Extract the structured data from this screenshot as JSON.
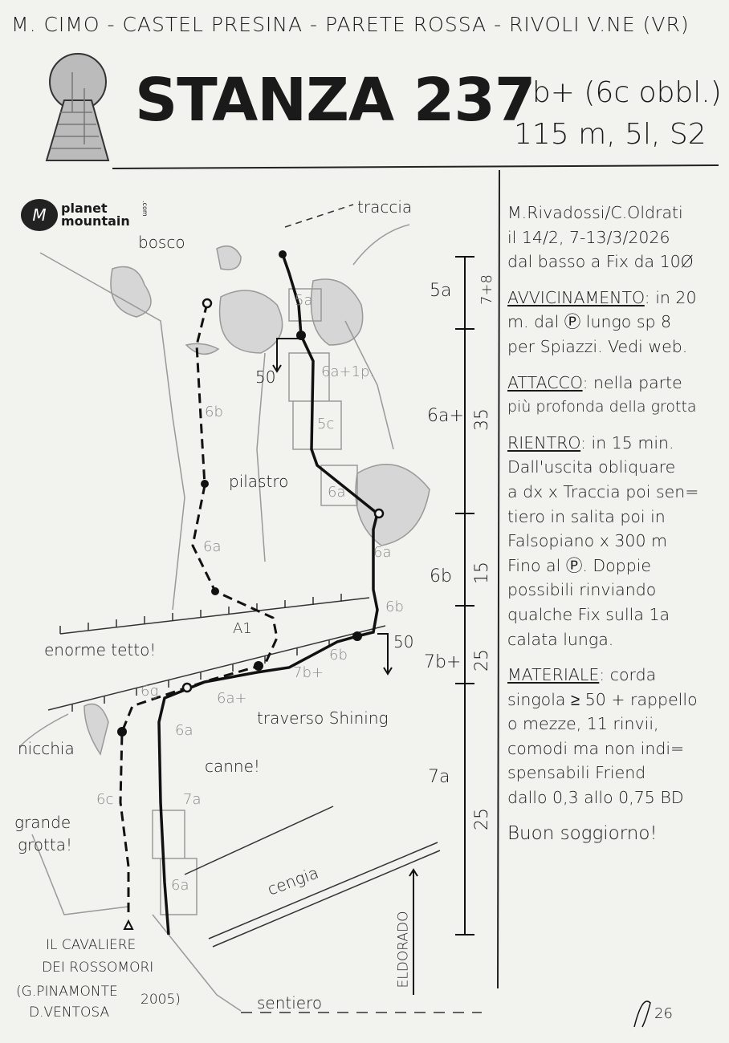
{
  "header": {
    "location": "M. CIMO - CASTEL PRESINA - PARETE ROSSA - RIVOLI V.NE (VR)",
    "title": "STANZA 237",
    "grade": "7b+ (6c obbl.)",
    "stats": "115 m, 5l, S2"
  },
  "logo": {
    "line1": "planet",
    "line2": "mountain",
    "domain": ".com"
  },
  "info": {
    "authors": "M.Rivadossi/C.Oldrati",
    "dates": "il 14/2, 7-13/3/2026",
    "style": "dal basso a Fix da 10Ø",
    "approach_label": "AVVICINAMENTO",
    "approach_lines": [
      ": in 20",
      "m. dal Ⓟ lungo sp 8",
      "per Spiazzi. Vedi web."
    ],
    "start_label": "ATTACCO",
    "start_lines": [
      ": nella parte",
      "più profonda della grotta"
    ],
    "descent_label": "RIENTRO",
    "descent_lines": [
      ": in 15 min.",
      "Dall'uscita obliquare",
      "a dx x Traccia poi sen=",
      "tiero in salita poi in",
      "Falsopiano x 300 m",
      "Fino al Ⓟ. Doppie",
      "possibili rinviando",
      "qualche Fix sulla 1a",
      "calata lunga."
    ],
    "gear_label": "MATERIALE",
    "gear_lines": [
      ": corda",
      "singola ≥ 50 + rappello",
      "o mezze, 11 rinvii,",
      "comodi ma non indi=",
      "spensabili Friend",
      "dallo 0,3 allo 0,75 BD"
    ],
    "closing": "Buon soggiorno!",
    "signature": "26"
  },
  "topo": {
    "labels": {
      "traccia": "traccia",
      "bosco": "bosco",
      "pilastro": "pilastro",
      "tetto": "enorme tetto!",
      "a1": "A1",
      "traverso": "traverso Shining",
      "canne": "canne!",
      "nicchia": "nicchia",
      "grotta1": "grande",
      "grotta2": "grotta!",
      "cengia": "cengia",
      "sentiero": "sentiero",
      "eldorado": "ELDORADO",
      "rap1": "50",
      "rap2": "50"
    },
    "route_grades": [
      "5a",
      "6a+1p.",
      "5c",
      "6a",
      "6a",
      "6b",
      "6b",
      "7b+",
      "6a+",
      "6a",
      "7a",
      "6a"
    ],
    "other_route": {
      "grades": [
        "6b",
        "6a",
        "6g",
        "6c"
      ],
      "name1": "IL CAVALIERE",
      "name2": "DEI ROSSOMORI",
      "authors1": "(G.PINAMONTE",
      "authors2": "D.VENTOSA",
      "year": "2005)"
    },
    "scale": {
      "pitches": [
        {
          "grade": "5a",
          "length": "7+8"
        },
        {
          "grade": "6a+",
          "length": "35"
        },
        {
          "grade": "6b",
          "length": "15"
        },
        {
          "grade": "7b+",
          "length": "25"
        },
        {
          "grade": "7a",
          "length": "25"
        }
      ]
    }
  },
  "colors": {
    "paper": "#f2f2ef",
    "ink": "#1a1a1a",
    "pencil": "#8a8a8a"
  }
}
